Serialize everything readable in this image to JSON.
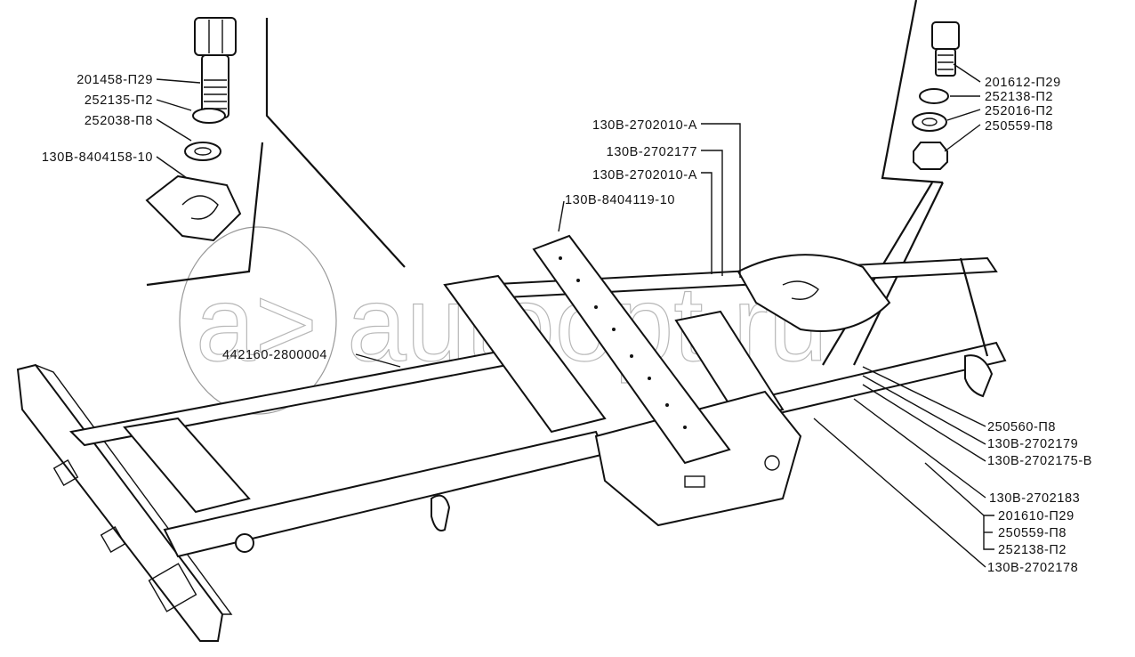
{
  "watermark": {
    "text": "a> autoopt.ru"
  },
  "labels_left_top": [
    "201458-П29",
    "252135-П2",
    "252038-П8",
    "130B-8404158-10"
  ],
  "labels_right_top": [
    "201612-П29",
    "252138-П2",
    "252016-П2",
    "250559-П8"
  ],
  "labels_center_top": [
    "130B-2702010-A",
    "130B-2702177",
    "130B-2702010-A",
    "130B-8404119-10"
  ],
  "label_frame": "442160-2800004",
  "labels_right_bottom": [
    "250560-П8",
    "130B-2702179",
    "130B-2702175-B",
    "130B-2702183"
  ],
  "labels_right_group": [
    "201610-П29",
    "250559-П8",
    "252138-П2"
  ],
  "label_bottom_last": "130B-2702178"
}
